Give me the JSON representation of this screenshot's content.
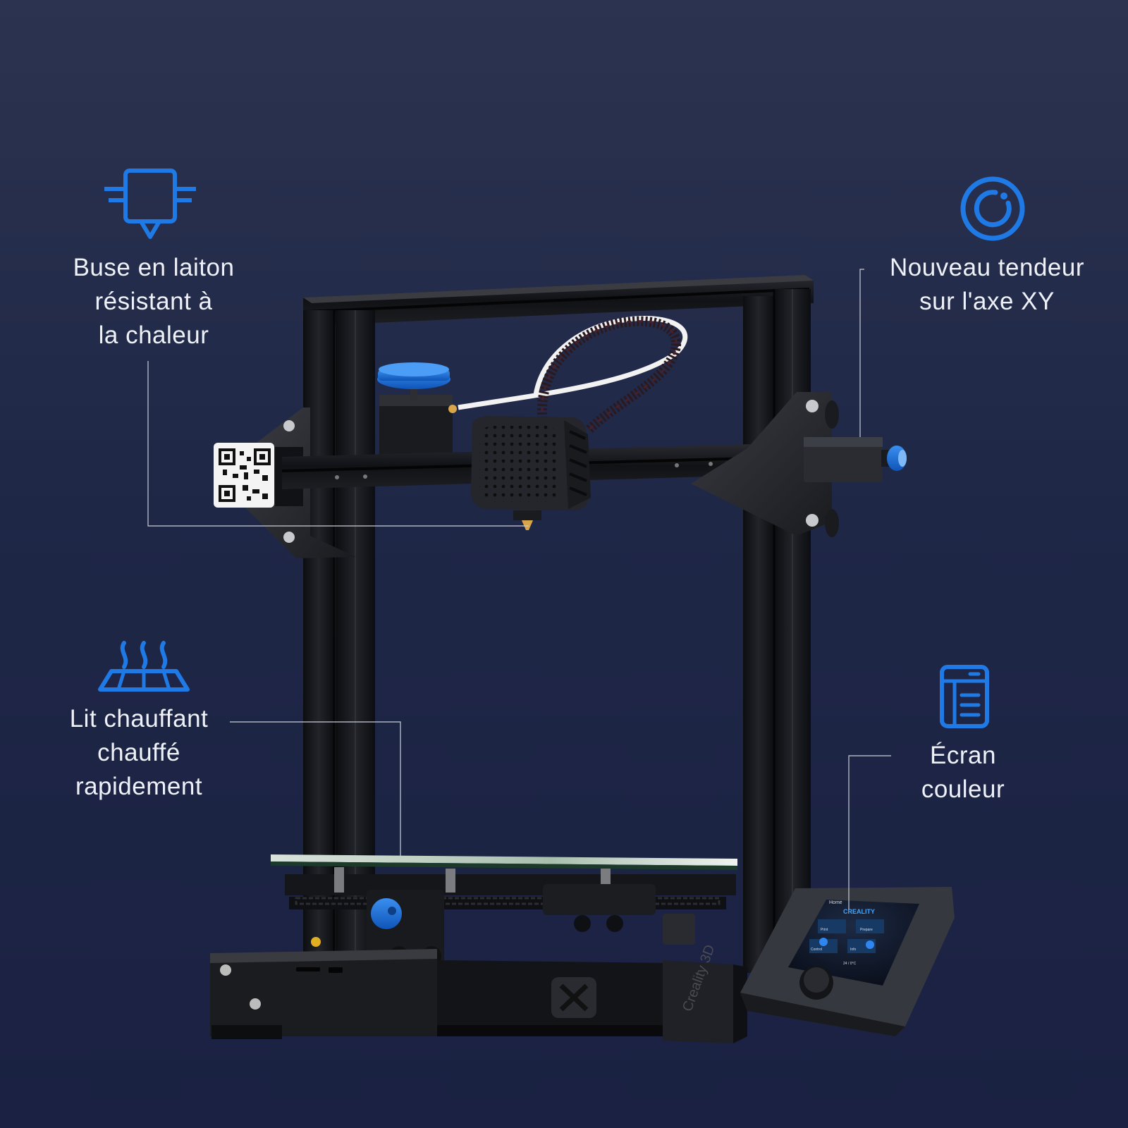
{
  "colors": {
    "background_top": "#2b3350",
    "background_bottom": "#1a2142",
    "accent_blue": "#1f7ae6",
    "text": "#eef1f7",
    "frame_black": "#121316"
  },
  "features": {
    "nozzle": {
      "icon": "nozzle-icon",
      "lines": [
        "Buse en laiton",
        "résistant à",
        "la chaleur"
      ]
    },
    "tensioner": {
      "icon": "tensioner-ring-icon",
      "lines": [
        "Nouveau tendeur",
        "sur l'axe XY"
      ]
    },
    "heated_bed": {
      "icon": "heated-bed-icon",
      "lines": [
        "Lit chauffant",
        "chauffé",
        "rapidement"
      ]
    },
    "screen": {
      "icon": "display-screen-icon",
      "lines": [
        "Écran",
        "couleur"
      ]
    }
  },
  "printer": {
    "screen_brand": "CREALITY",
    "screen_home": "Home",
    "screen_menu": [
      "Print",
      "Prepare",
      "Control",
      "Info"
    ],
    "screen_temp": "24 / 0°C",
    "case_brand": "Creality 3D"
  }
}
